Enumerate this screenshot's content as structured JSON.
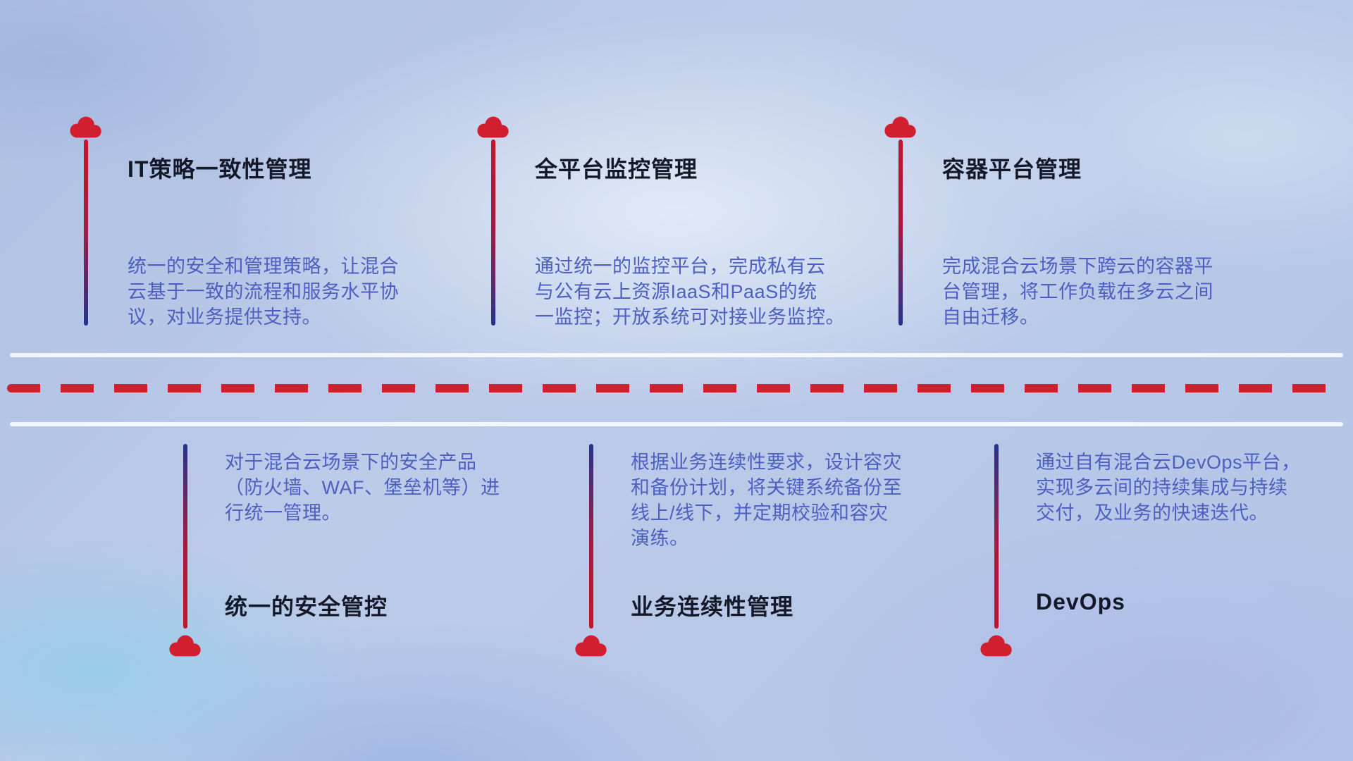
{
  "colors": {
    "accent_red": "#ce2130",
    "deep_blue": "#24338f",
    "description_text": "#4d5fc0",
    "title_text": "#14192a"
  },
  "top_items": [
    {
      "title": "IT策略一致性管理",
      "description": "统一的安全和管理策略，让混合\n云基于一致的流程和服务水平协\n议，对业务提供支持。"
    },
    {
      "title": "全平台监控管理",
      "description": "通过统一的监控平台，完成私有云\n与公有云上资源IaaS和PaaS的统\n一监控；开放系统可对接业务监控。"
    },
    {
      "title": "容器平台管理",
      "description": "完成混合云场景下跨云的容器平\n台管理，将工作负载在多云之间\n自由迁移。"
    }
  ],
  "bottom_items": [
    {
      "title": "统一的安全管控",
      "description": "对于混合云场景下的安全产品\n（防火墙、WAF、堡垒机等）进\n行统一管理。"
    },
    {
      "title": "业务连续性管理",
      "description": "根据业务连续性要求，设计容灾\n和备份计划，将关键系统备份至\n线上/线下，并定期校验和容灾\n演练。"
    },
    {
      "title": "DevOps",
      "description": "通过自有混合云DevOps平台，\n实现多云间的持续集成与持续\n交付，及业务的快速迭代。"
    }
  ]
}
